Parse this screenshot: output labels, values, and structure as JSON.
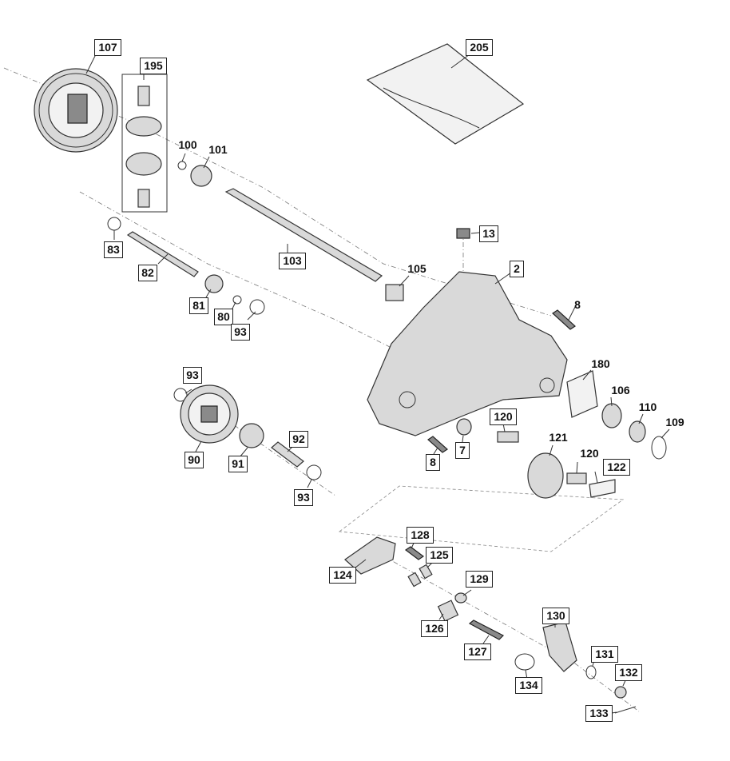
{
  "parts": {
    "p107": "107",
    "p195": "195",
    "p205": "205",
    "p100": "100",
    "p101": "101",
    "p83": "83",
    "p82": "82",
    "p103": "103",
    "p13": "13",
    "p2": "2",
    "p105": "105",
    "p8a": "8",
    "p81": "81",
    "p80": "80",
    "p93a": "93",
    "p93b": "93",
    "p180": "180",
    "p106": "106",
    "p110": "110",
    "p109": "109",
    "p120a": "120",
    "p121": "121",
    "p120b": "120",
    "p122": "122",
    "p90": "90",
    "p91": "91",
    "p92": "92",
    "p8b": "8",
    "p7": "7",
    "p93c": "93",
    "p128": "128",
    "p125": "125",
    "p124": "124",
    "p129": "129",
    "p126": "126",
    "p127": "127",
    "p130": "130",
    "p131": "131",
    "p132": "132",
    "p134": "134",
    "p133": "133"
  },
  "colors": {
    "line": "#222222",
    "part_fill": "#d9d9d9",
    "background": "#ffffff"
  }
}
